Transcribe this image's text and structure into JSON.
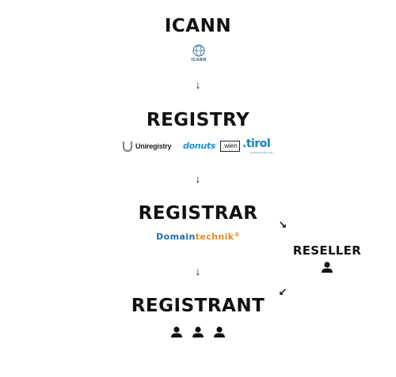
{
  "diagram": {
    "icann": {
      "heading": "ICANN",
      "logo_text": "ICANN"
    },
    "registry": {
      "heading": "REGISTRY",
      "logos": {
        "uniregistry": "Uniregistry",
        "donuts": "donuts",
        "wien": ".wien",
        "tirol": ".tirol",
        "tirol_sub": "connects to the world"
      }
    },
    "registrar": {
      "heading": "REGISTRAR",
      "logo": {
        "part1": "Domain",
        "part2": "technik",
        "mark": "®"
      }
    },
    "reseller": {
      "heading": "RESELLER"
    },
    "registrant": {
      "heading": "REGISTRANT"
    },
    "arrow_glyph_down": "↓",
    "arrow_glyph_diag_down_right": "↘",
    "arrow_glyph_diag_down_left": "↙",
    "icons": {
      "person": "person-icon",
      "globe": "globe-icon"
    },
    "colors": {
      "text": "#111111",
      "donuts": "#1f8fd0",
      "tirol": "#1a7fc4",
      "domaintechnik_blue": "#1e6fb0",
      "domaintechnik_orange": "#e58a1f",
      "icann_logo": "#3a6b8c"
    }
  }
}
